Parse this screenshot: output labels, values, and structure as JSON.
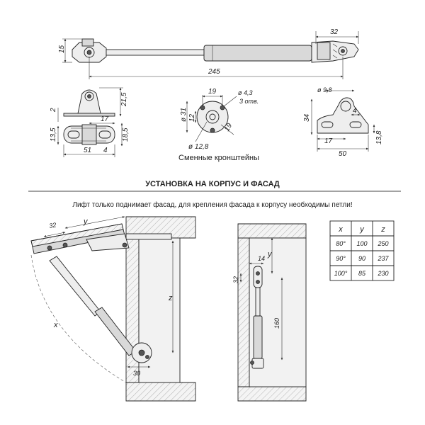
{
  "drawing": {
    "dims": {
      "stroke_height": "15",
      "total_length": "245",
      "bracket_span": "32",
      "bracket_left_height": "21,5",
      "bracket_left_base": "2",
      "bracket_left_h1": "13,5",
      "bracket_left_h2": "18,5",
      "bracket_left_w1": "17",
      "bracket_left_w2": "51",
      "bracket_left_w3": "4",
      "mid_w": "19",
      "mid_hole": "ø 4,3",
      "mid_holes_note": "3 отв.",
      "mid_d1": "ø 31",
      "mid_d2": "12",
      "mid_d3": "19",
      "mid_d4": "ø 12,8",
      "right_hole": "ø 9,8",
      "right_h": "34",
      "right_w1": "4",
      "right_w2": "17",
      "right_w3": "50",
      "right_h2": "13,8"
    },
    "caption_brackets": "Сменные кронштейны",
    "section_title": "УСТАНОВКА НА КОРПУС И ФАСАД",
    "note": "Лифт только поднимает фасад, для крепления фасада к корпусу необходимы петли!",
    "install": {
      "left_32": "32",
      "left_y": "y",
      "left_z": "z",
      "left_x": "x",
      "left_30": "30",
      "right_y": "y",
      "right_14": "14",
      "right_32": "32",
      "right_160": "160"
    },
    "table": {
      "headers": [
        "x",
        "y",
        "z"
      ],
      "rows": [
        [
          "80°",
          "100",
          "250"
        ],
        [
          "90°",
          "90",
          "237"
        ],
        [
          "100°",
          "85",
          "230"
        ]
      ]
    }
  }
}
